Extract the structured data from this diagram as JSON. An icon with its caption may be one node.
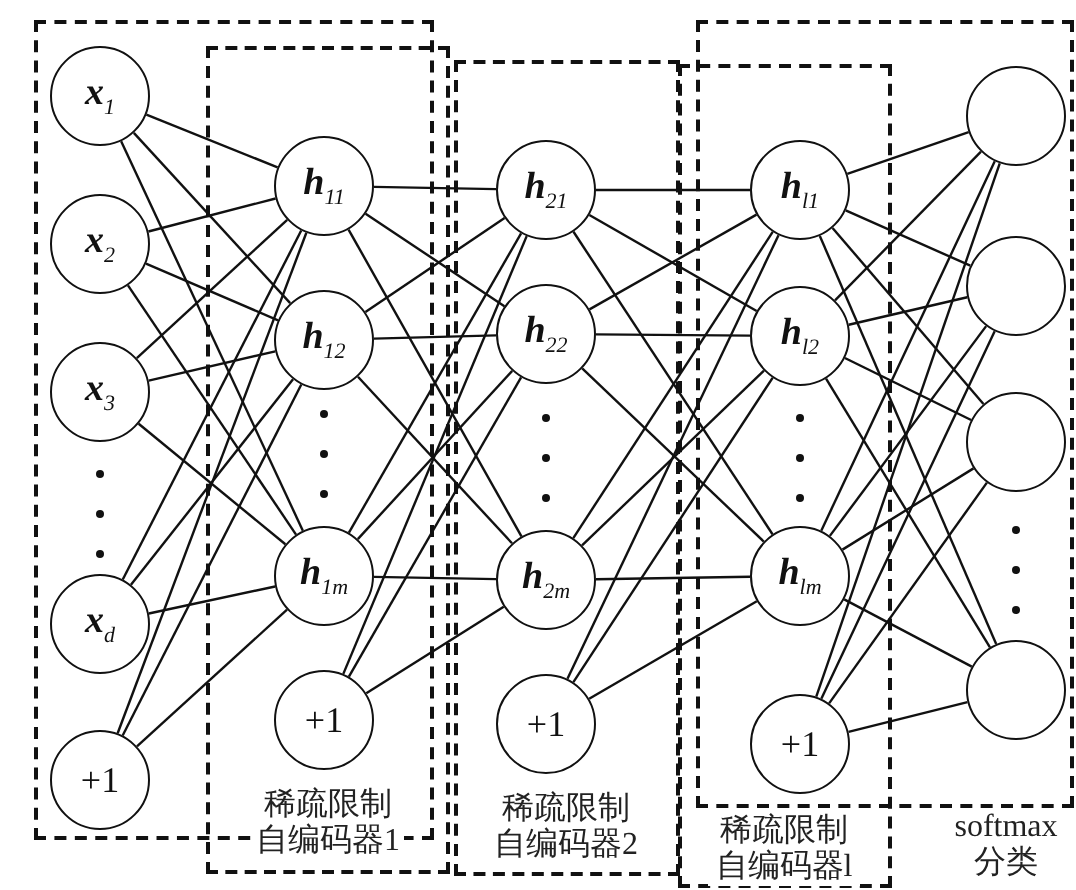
{
  "diagram": {
    "nodes": [
      {
        "text": [
          "x$_{1}$"
        ]
      },
      {
        "text": [
          "x$_{2}$"
        ]
      },
      {
        "text": [
          "x$_{3}$"
        ]
      },
      {
        "text": [
          "x$_{d}$"
        ]
      },
      {
        "text": [
          "+1"
        ]
      },
      {
        "text": [
          "h$_{11}$"
        ]
      },
      {
        "text": [
          "h$_{12}$"
        ]
      },
      {
        "text": [
          "h$_{1m}$"
        ]
      },
      {
        "text": [
          "+1"
        ]
      },
      {
        "text": [
          "h$_{21}$"
        ]
      },
      {
        "text": [
          "h$_{22}$"
        ]
      },
      {
        "text": [
          "h$_{2m}$"
        ]
      },
      {
        "text": [
          "+1"
        ]
      },
      {
        "text": [
          "h$_{l1}$"
        ]
      },
      {
        "text": [
          "h$_{l2}$"
        ]
      },
      {
        "text": [
          "h$_{lm}$"
        ]
      },
      {
        "text": [
          "+1"
        ]
      },
      {
        "text": [],
        "shape": "circle"
      },
      {
        "text": [],
        "shape": "circle"
      },
      {
        "text": [],
        "shape": "circle"
      },
      {
        "text": [],
        "shape": "circle"
      }
    ],
    "edges": [
      {
        "from": 0,
        "to": 5,
        "arrow": "none"
      },
      {
        "from": 0,
        "to": 6,
        "arrow": "none"
      },
      {
        "from": 0,
        "to": 7,
        "arrow": "none"
      },
      {
        "from": 1,
        "to": 5,
        "arrow": "none"
      },
      {
        "from": 1,
        "to": 6,
        "arrow": "none"
      },
      {
        "from": 1,
        "to": 7,
        "arrow": "none"
      },
      {
        "from": 2,
        "to": 5,
        "arrow": "none"
      },
      {
        "from": 2,
        "to": 6,
        "arrow": "none"
      },
      {
        "from": 2,
        "to": 7,
        "arrow": "none"
      },
      {
        "from": 3,
        "to": 5,
        "arrow": "none"
      },
      {
        "from": 3,
        "to": 6,
        "arrow": "none"
      },
      {
        "from": 3,
        "to": 7,
        "arrow": "none"
      },
      {
        "from": 4,
        "to": 5,
        "arrow": "none"
      },
      {
        "from": 4,
        "to": 6,
        "arrow": "none"
      },
      {
        "from": 4,
        "to": 7,
        "arrow": "none"
      },
      {
        "from": 5,
        "to": 9,
        "arrow": "none"
      },
      {
        "from": 5,
        "to": 10,
        "arrow": "none"
      },
      {
        "from": 5,
        "to": 11,
        "arrow": "none"
      },
      {
        "from": 6,
        "to": 9,
        "arrow": "none"
      },
      {
        "from": 6,
        "to": 10,
        "arrow": "none"
      },
      {
        "from": 6,
        "to": 11,
        "arrow": "none"
      },
      {
        "from": 7,
        "to": 9,
        "arrow": "none"
      },
      {
        "from": 7,
        "to": 10,
        "arrow": "none"
      },
      {
        "from": 7,
        "to": 11,
        "arrow": "none"
      },
      {
        "from": 8,
        "to": 9,
        "arrow": "none"
      },
      {
        "from": 8,
        "to": 10,
        "arrow": "none"
      },
      {
        "from": 8,
        "to": 11,
        "arrow": "none"
      },
      {
        "from": 9,
        "to": 13,
        "arrow": "none"
      },
      {
        "from": 9,
        "to": 14,
        "arrow": "none"
      },
      {
        "from": 9,
        "to": 15,
        "arrow": "none"
      },
      {
        "from": 10,
        "to": 13,
        "arrow": "none"
      },
      {
        "from": 10,
        "to": 14,
        "arrow": "none"
      },
      {
        "from": 10,
        "to": 15,
        "arrow": "none"
      },
      {
        "from": 11,
        "to": 13,
        "arrow": "none"
      },
      {
        "from": 11,
        "to": 14,
        "arrow": "none"
      },
      {
        "from": 11,
        "to": 15,
        "arrow": "none"
      },
      {
        "from": 12,
        "to": 13,
        "arrow": "none"
      },
      {
        "from": 12,
        "to": 14,
        "arrow": "none"
      },
      {
        "from": 12,
        "to": 15,
        "arrow": "none"
      },
      {
        "from": 13,
        "to": 17,
        "arrow": "none"
      },
      {
        "from": 13,
        "to": 18,
        "arrow": "none"
      },
      {
        "from": 13,
        "to": 19,
        "arrow": "none"
      },
      {
        "from": 13,
        "to": 20,
        "arrow": "none"
      },
      {
        "from": 14,
        "to": 17,
        "arrow": "none"
      },
      {
        "from": 14,
        "to": 18,
        "arrow": "none"
      },
      {
        "from": 14,
        "to": 19,
        "arrow": "none"
      },
      {
        "from": 14,
        "to": 20,
        "arrow": "none"
      },
      {
        "from": 15,
        "to": 17,
        "arrow": "none"
      },
      {
        "from": 15,
        "to": 18,
        "arrow": "none"
      },
      {
        "from": 15,
        "to": 19,
        "arrow": "none"
      },
      {
        "from": 15,
        "to": 20,
        "arrow": "none"
      },
      {
        "from": 16,
        "to": 17,
        "arrow": "none"
      },
      {
        "from": 16,
        "to": 18,
        "arrow": "none"
      },
      {
        "from": 16,
        "to": 19,
        "arrow": "none"
      },
      {
        "from": 16,
        "to": 20,
        "arrow": "none"
      }
    ],
    "labels": [
      "稀疏限制自编码器1",
      "稀疏限制自编码器2",
      "稀疏限制自编码器l",
      "softmax 分类"
    ]
  }
}
